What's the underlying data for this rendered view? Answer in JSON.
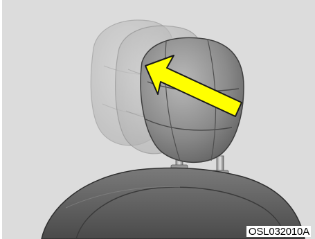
{
  "figure": {
    "code": "OSL032010A",
    "text_color": "#000000",
    "background_color": "#dcdcdc",
    "arrow_color": "#ffff00",
    "arrow_outline_color": "#1a1a1a",
    "arrow_direction": "up-left",
    "illustration": "headrest-adjustment-forward"
  }
}
